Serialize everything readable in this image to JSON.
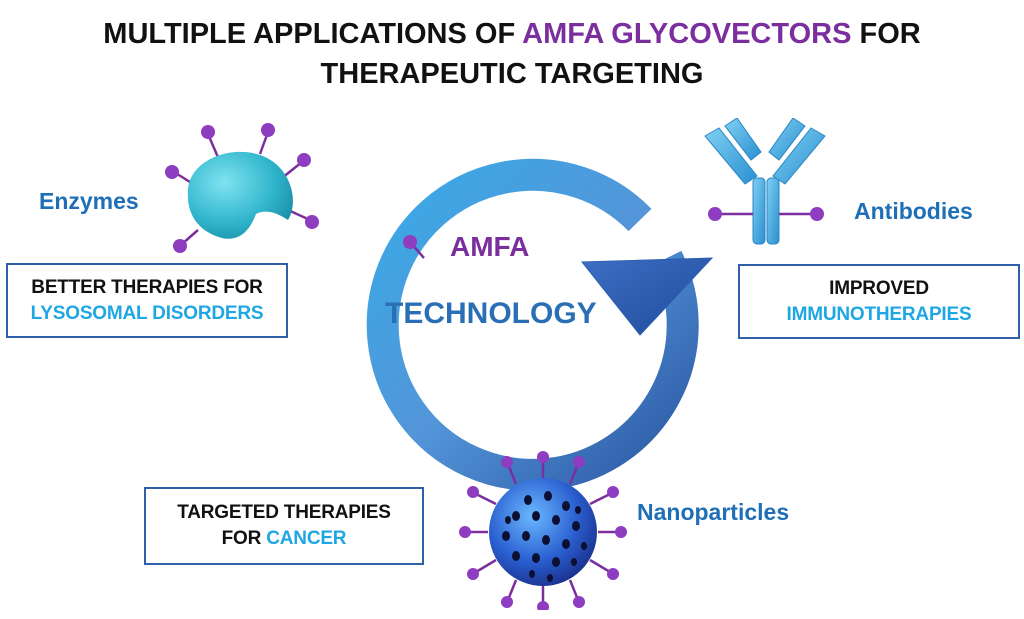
{
  "title": {
    "line1_a": "MULTIPLE APPLICATIONS OF ",
    "line1_highlight": "AMFA GLYCOVECTORS",
    "line1_b": " FOR",
    "line2": "THERAPEUTIC TARGETING"
  },
  "center": {
    "amfa": "AMFA",
    "technology": "TECHNOLOGY"
  },
  "enzymes": {
    "label": "Enzymes",
    "box_line1": "BETTER THERAPIES FOR",
    "box_line2": "LYSOSOMAL DISORDERS"
  },
  "antibodies": {
    "label": "Antibodies",
    "box_line1": "IMPROVED",
    "box_line2": "IMMUNOTHERAPIES"
  },
  "nanoparticles": {
    "label": "Nanoparticles",
    "box_line1": "TARGETED THERAPIES",
    "box_line2_a": "FOR ",
    "box_line2_b": "CANCER"
  },
  "colors": {
    "purple": "#7b2f9e",
    "dark_blue": "#2f5fa8",
    "light_blue": "#1fa7e4",
    "label_blue": "#1e6fb8"
  }
}
